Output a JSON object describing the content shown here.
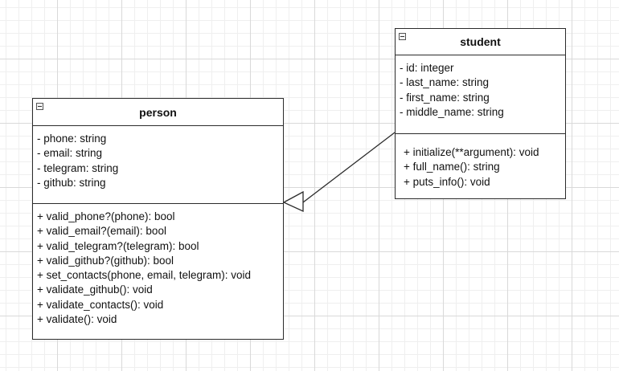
{
  "classes": {
    "person": {
      "name": "person",
      "attributes": [
        "- phone: string",
        "- email: string",
        "- telegram: string",
        "- github: string"
      ],
      "methods": [
        "+ valid_phone?(phone): bool",
        "+ valid_email?(email): bool",
        "+ valid_telegram?(telegram): bool",
        "+ valid_github?(github): bool",
        "+ set_contacts(phone, email, telegram): void",
        "+ validate_github(): void",
        "+ validate_contacts(): void",
        "+ validate(): void"
      ]
    },
    "student": {
      "name": "student",
      "attributes": [
        "- id: integer",
        "- last_name: string",
        "- first_name: string",
        "- middle_name: string"
      ],
      "methods": [
        "+ initialize(**argument): void",
        "+ full_name(): string",
        "+ puts_info(): void"
      ]
    }
  },
  "relations": [
    {
      "type": "inheritance",
      "from": "student",
      "to": "person"
    }
  ]
}
